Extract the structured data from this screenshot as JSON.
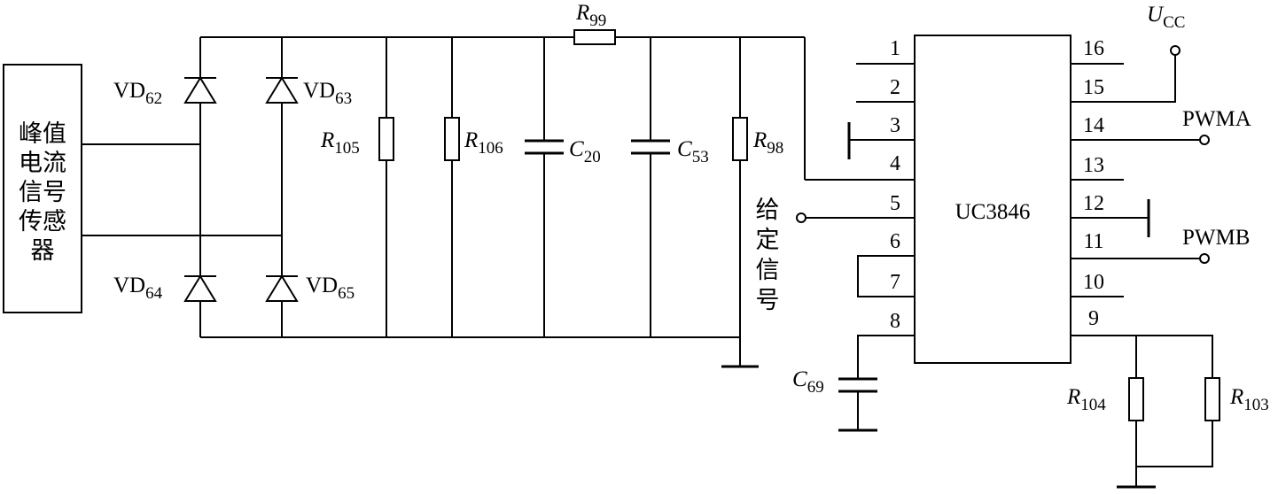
{
  "sensor_label_lines": [
    "峰值",
    "电流",
    "信号",
    "传感",
    "器"
  ],
  "given_signal_lines": [
    "给",
    "定",
    "信",
    "号"
  ],
  "ic_label": "UC3846",
  "left_pins": [
    "1",
    "2",
    "3",
    "4",
    "5",
    "6",
    "7",
    "8"
  ],
  "right_pins": [
    "16",
    "15",
    "14",
    "13",
    "12",
    "11",
    "10",
    "9"
  ],
  "supply": {
    "main": "U",
    "sub": "CC"
  },
  "outputs": {
    "a": "PWMA",
    "b": "PWMB"
  },
  "diodes": [
    {
      "main": "VD",
      "sub": "62"
    },
    {
      "main": "VD",
      "sub": "63"
    },
    {
      "main": "VD",
      "sub": "64"
    },
    {
      "main": "VD",
      "sub": "65"
    }
  ],
  "resistors": {
    "r99": {
      "main": "R",
      "sub": "99"
    },
    "r105": {
      "main": "R",
      "sub": "105"
    },
    "r106": {
      "main": "R",
      "sub": "106"
    },
    "r98": {
      "main": "R",
      "sub": "98"
    },
    "r104": {
      "main": "R",
      "sub": "104"
    },
    "r103": {
      "main": "R",
      "sub": "103"
    }
  },
  "capacitors": {
    "c20": {
      "main": "C",
      "sub": "20"
    },
    "c53": {
      "main": "C",
      "sub": "53"
    },
    "c69": {
      "main": "C",
      "sub": "69"
    }
  }
}
